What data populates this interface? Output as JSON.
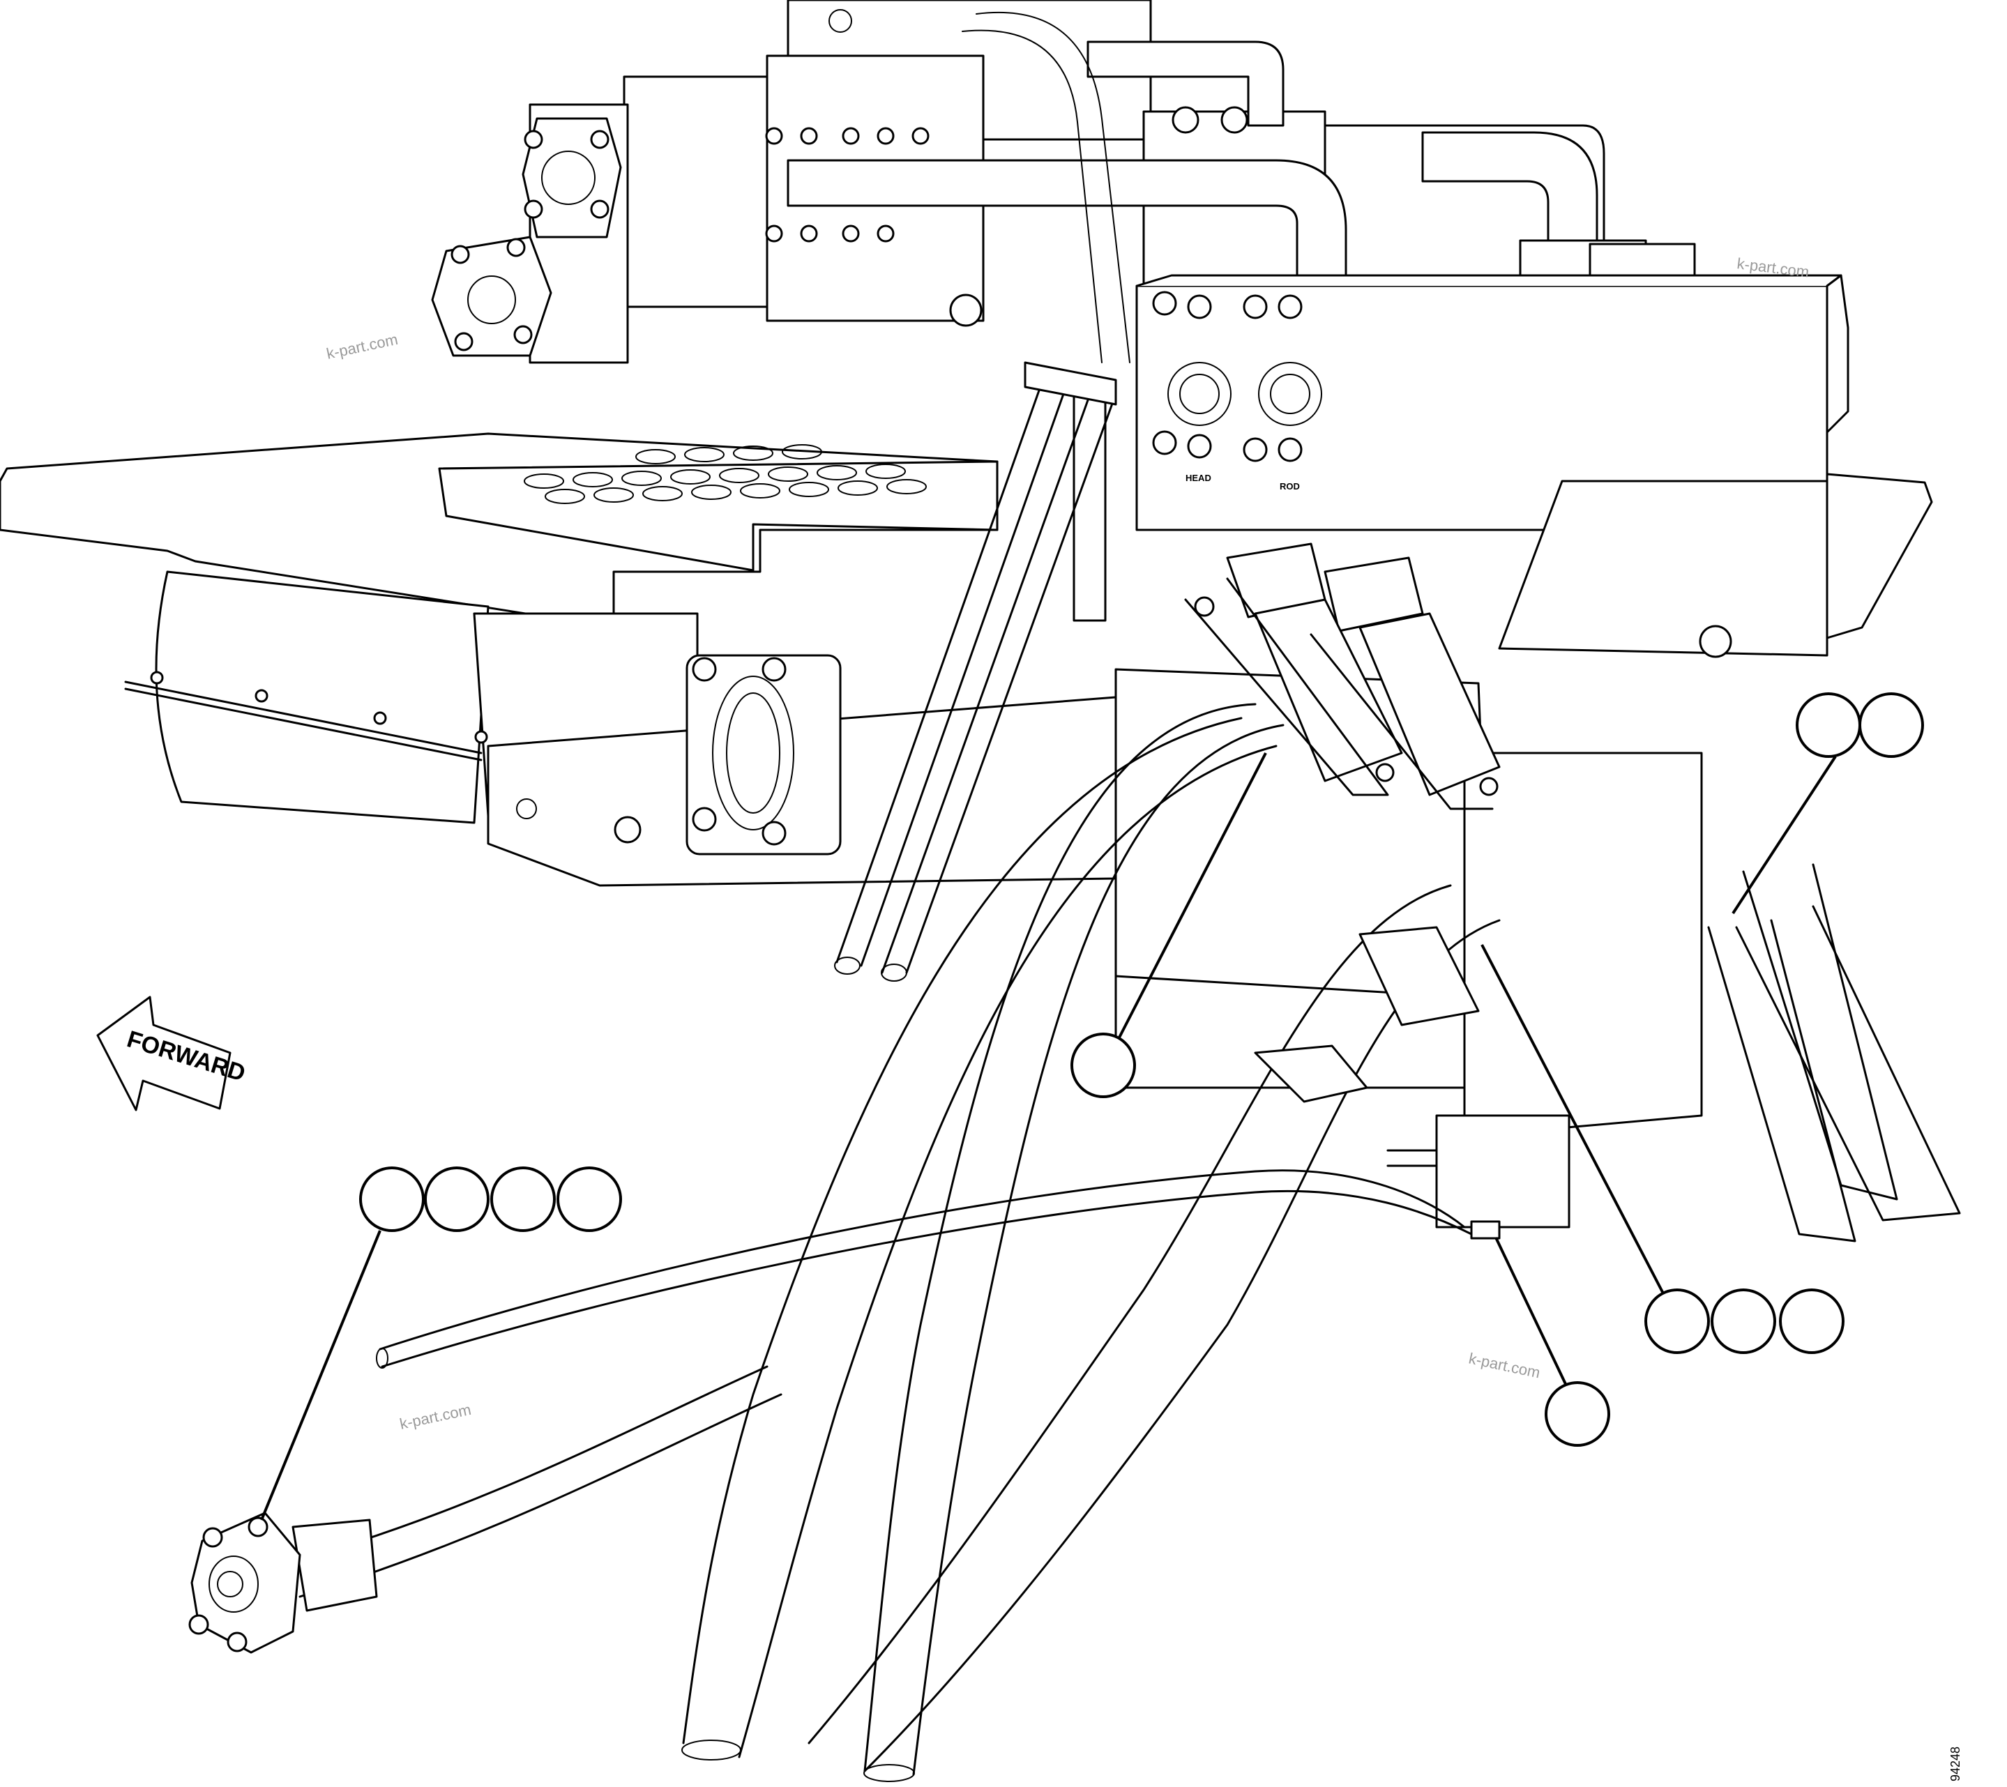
{
  "figure": {
    "arrow_label": "FORWARD",
    "port_labels": {
      "head": "HEAD",
      "rod": "ROD"
    },
    "watermarks": [
      "k-part.com",
      "k-part.com",
      "k-part.com",
      "k-part.com"
    ],
    "figure_number": "94248"
  },
  "callouts": {
    "group_top_right": [
      "",
      ""
    ],
    "single_center": [
      ""
    ],
    "group_left": [
      "",
      "",
      "",
      ""
    ],
    "group_right": [
      "",
      "",
      ""
    ],
    "single_bottom_right": [
      ""
    ]
  }
}
